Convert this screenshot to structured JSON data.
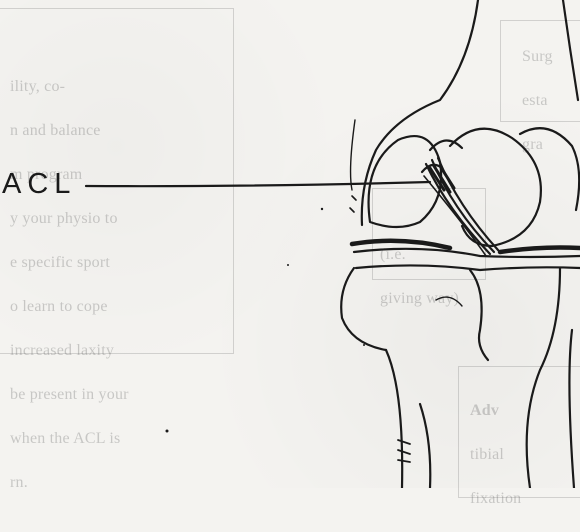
{
  "diagram": {
    "label_acl": "ACL",
    "ink_color": "#1a1a1a",
    "paper_color": "#f4f3f0",
    "subject": "knee-joint-anterior-view"
  },
  "bleed_through": {
    "left_column": [
      "ility, co-",
      "n and balance",
      "m program",
      "y your physio to",
      "e specific sport",
      "o learn to cope",
      "increased laxity",
      "be present in your",
      "when the ACL is",
      "rn."
    ],
    "right_top": [
      "Surg",
      "esta",
      "gra"
    ],
    "right_mid": [
      "(i.e.",
      "giving way)"
    ],
    "right_bottom": [
      "Adv",
      "tibial",
      "fixation"
    ]
  }
}
